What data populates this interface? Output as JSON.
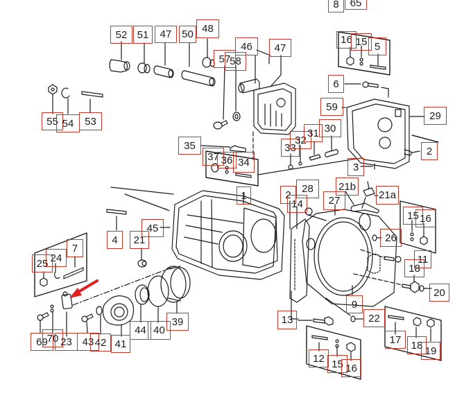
{
  "diagram": {
    "title": "Transmission case exploded parts diagram",
    "callout_border_color": "#c0392b",
    "line_color": "#1a1a1a",
    "arrow_color": "#e02020",
    "highlighted_part": "23",
    "callouts": [
      {
        "id": "c8",
        "label": "8"
      },
      {
        "id": "c65",
        "label": "65"
      },
      {
        "id": "c52",
        "label": "52"
      },
      {
        "id": "c51",
        "label": "51"
      },
      {
        "id": "c47a",
        "label": "47"
      },
      {
        "id": "c50",
        "label": "50"
      },
      {
        "id": "c48",
        "label": "48"
      },
      {
        "id": "c46",
        "label": "46"
      },
      {
        "id": "c47b",
        "label": "47"
      },
      {
        "id": "c57",
        "label": "57"
      },
      {
        "id": "c58",
        "label": "58"
      },
      {
        "id": "c16a",
        "label": "16"
      },
      {
        "id": "c15a",
        "label": "15"
      },
      {
        "id": "c5",
        "label": "5"
      },
      {
        "id": "c6",
        "label": "6"
      },
      {
        "id": "c59",
        "label": "59"
      },
      {
        "id": "c29",
        "label": "29"
      },
      {
        "id": "c55",
        "label": "55"
      },
      {
        "id": "c54",
        "label": "54"
      },
      {
        "id": "c53",
        "label": "53"
      },
      {
        "id": "c35",
        "label": "35"
      },
      {
        "id": "c37",
        "label": "37"
      },
      {
        "id": "c36",
        "label": "36"
      },
      {
        "id": "c34",
        "label": "34"
      },
      {
        "id": "c33",
        "label": "33"
      },
      {
        "id": "c32",
        "label": "32"
      },
      {
        "id": "c31",
        "label": "31"
      },
      {
        "id": "c30",
        "label": "30"
      },
      {
        "id": "c2a",
        "label": "2"
      },
      {
        "id": "c3",
        "label": "3"
      },
      {
        "id": "c1",
        "label": "1"
      },
      {
        "id": "c2b",
        "label": "2"
      },
      {
        "id": "c28",
        "label": "28"
      },
      {
        "id": "c14",
        "label": "14"
      },
      {
        "id": "c27",
        "label": "27"
      },
      {
        "id": "c21b",
        "label": "21b"
      },
      {
        "id": "c21a",
        "label": "21a"
      },
      {
        "id": "c15b",
        "label": "15"
      },
      {
        "id": "c16b",
        "label": "16"
      },
      {
        "id": "c26",
        "label": "26"
      },
      {
        "id": "c11",
        "label": "11"
      },
      {
        "id": "c18a",
        "label": "18"
      },
      {
        "id": "c20",
        "label": "20"
      },
      {
        "id": "c4",
        "label": "4"
      },
      {
        "id": "c45",
        "label": "45"
      },
      {
        "id": "c21",
        "label": "21"
      },
      {
        "id": "c7",
        "label": "7"
      },
      {
        "id": "c24",
        "label": "24"
      },
      {
        "id": "c25",
        "label": "25"
      },
      {
        "id": "c9",
        "label": "9"
      },
      {
        "id": "c13",
        "label": "13"
      },
      {
        "id": "c22",
        "label": "22"
      },
      {
        "id": "c17",
        "label": "17"
      },
      {
        "id": "c18b",
        "label": "18"
      },
      {
        "id": "c19",
        "label": "19"
      },
      {
        "id": "c12",
        "label": "12"
      },
      {
        "id": "c15c",
        "label": "15"
      },
      {
        "id": "c16c",
        "label": "16"
      },
      {
        "id": "c39",
        "label": "39"
      },
      {
        "id": "c44",
        "label": "44"
      },
      {
        "id": "c40",
        "label": "40"
      },
      {
        "id": "c41",
        "label": "41"
      },
      {
        "id": "c43",
        "label": "43"
      },
      {
        "id": "c42",
        "label": "42"
      },
      {
        "id": "c69",
        "label": "69"
      },
      {
        "id": "c70",
        "label": "70"
      },
      {
        "id": "c23",
        "label": "23"
      }
    ]
  }
}
